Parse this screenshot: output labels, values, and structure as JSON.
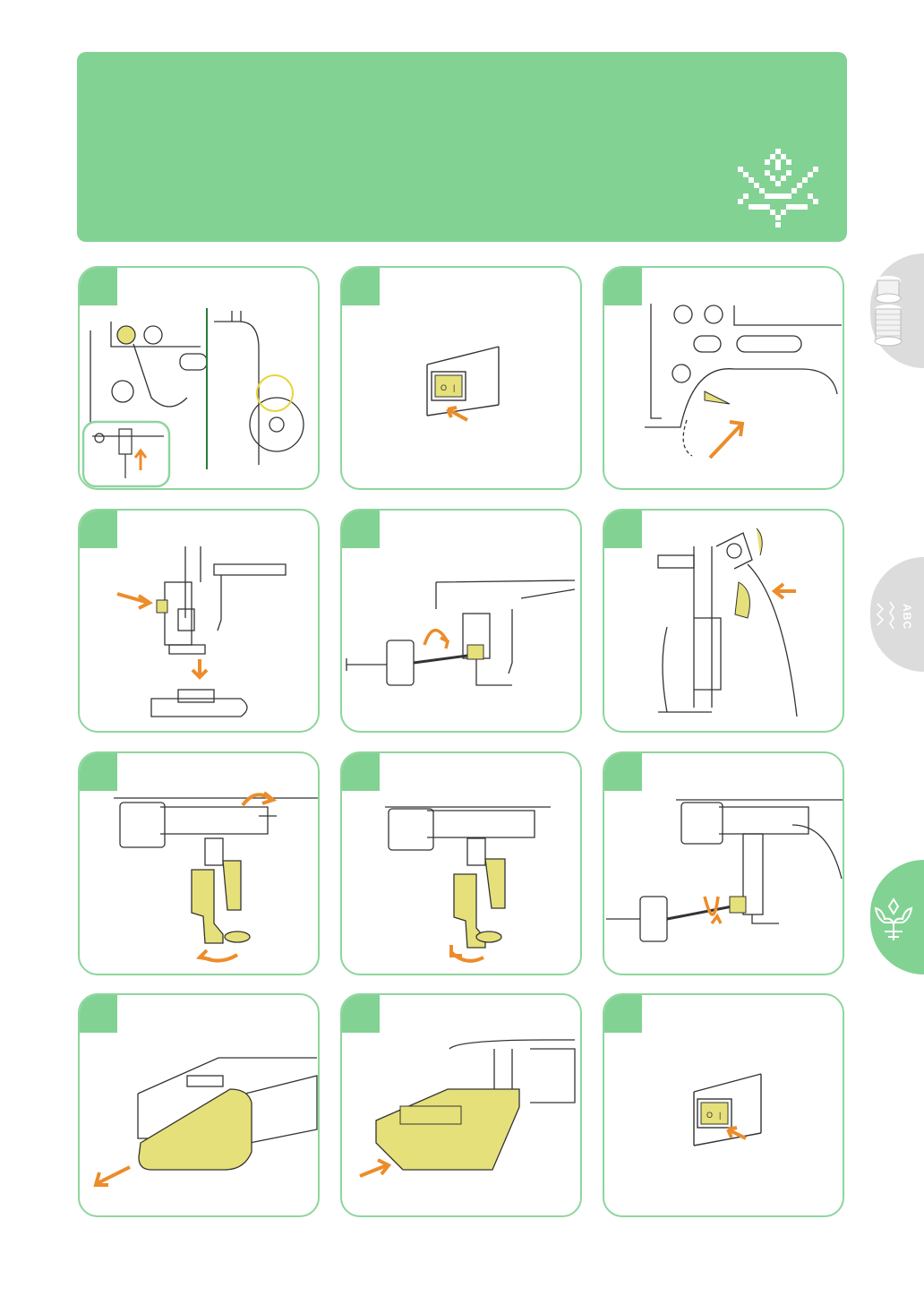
{
  "page": {
    "banner": {
      "motif_icon": "lotus-cross-stitch-icon",
      "color": "#82d294"
    },
    "side_tabs": [
      {
        "icon": "thread-spool-icon",
        "style": "gray"
      },
      {
        "icon": "stitch-letters-icon",
        "style": "gray",
        "label": "ABC"
      },
      {
        "icon": "lotus-embroidery-icon",
        "style": "green"
      }
    ],
    "steps": [
      {
        "icon": "needle-position-button-illustration-icon"
      },
      {
        "icon": "power-switch-off-illustration-icon"
      },
      {
        "icon": "presser-foot-lever-raise-illustration-icon"
      },
      {
        "icon": "presser-foot-remove-illustration-icon"
      },
      {
        "icon": "screwdriver-loosen-screw-illustration-icon"
      },
      {
        "icon": "foot-holder-remove-illustration-icon"
      },
      {
        "icon": "embroidery-foot-attach-illustration-icon"
      },
      {
        "icon": "embroidery-foot-position-illustration-icon"
      },
      {
        "icon": "screwdriver-tighten-screw-illustration-icon"
      },
      {
        "icon": "flatbed-attachment-remove-illustration-icon"
      },
      {
        "icon": "embroidery-unit-attach-illustration-icon"
      },
      {
        "icon": "power-switch-on-illustration-icon"
      }
    ],
    "colors": {
      "accent_green": "#82d294",
      "highlight_yellow": "#e6e07a",
      "arrow_orange": "#ec8c2a"
    }
  }
}
